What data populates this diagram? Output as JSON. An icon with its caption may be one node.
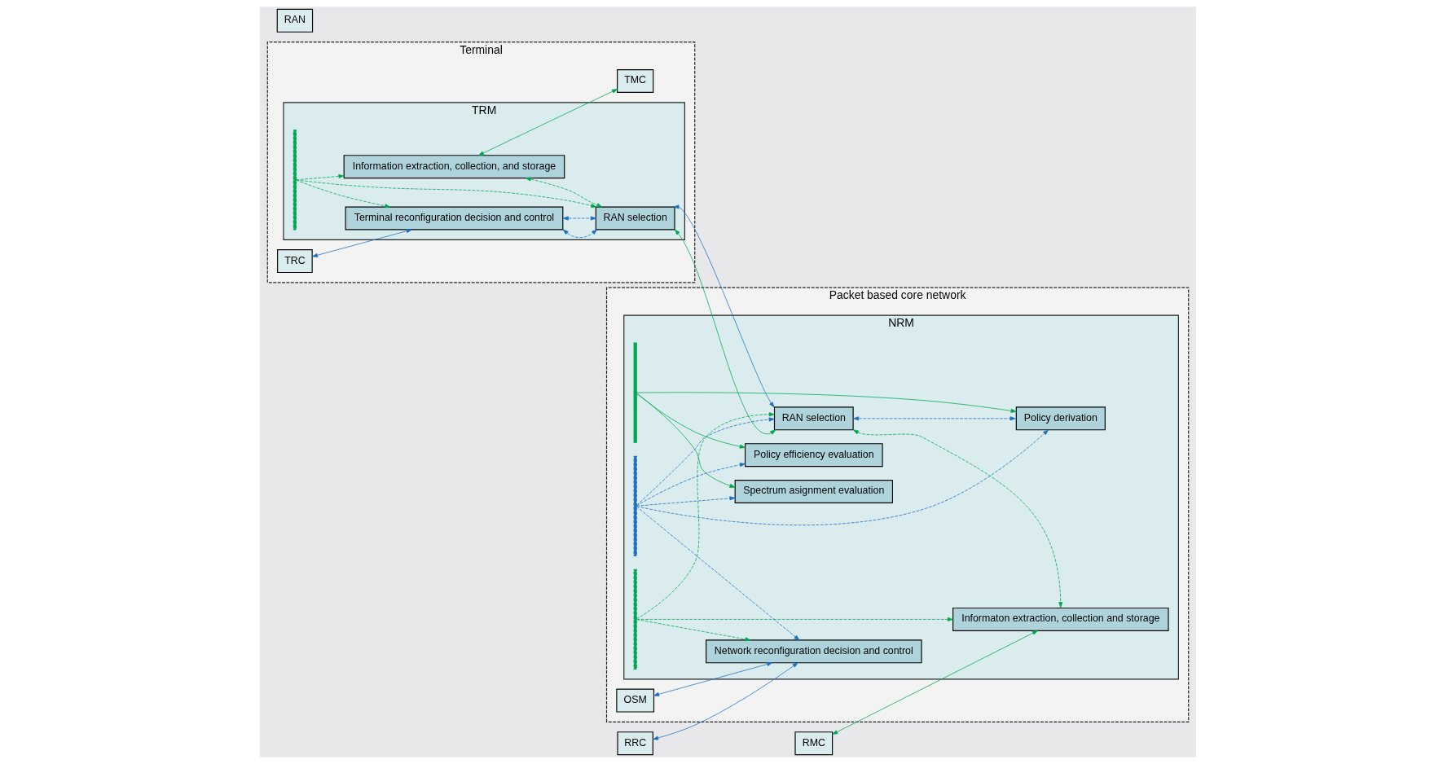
{
  "diagram": {
    "nodes": [
      {
        "text": [
          "Terminal"
        ]
      },
      {
        "text": [
          "TRC"
        ],
        "in": 0
      },
      {
        "text": [
          "TRM"
        ],
        "in": 0
      },
      {
        "text": [
          "Terminal reconfiguration decision and control"
        ],
        "in": 2
      },
      {
        "text": [
          "RAN selection"
        ],
        "in": 2
      },
      {
        "text": [
          "Information extraction, collection, and storage"
        ],
        "in": 2
      },
      {
        "text": [
          "TMC"
        ],
        "in": 0
      },
      {
        "text": [
          "RAN"
        ]
      },
      {
        "text": [
          "RRC"
        ]
      },
      {
        "text": [
          "RMC"
        ]
      },
      {
        "text": [
          "Packet based core network"
        ]
      },
      {
        "text": [
          "OSM"
        ],
        "in": 10
      },
      {
        "text": [
          "NRM"
        ],
        "in": 10
      },
      {
        "text": [
          "Network reconfiguration decision and control"
        ],
        "in": 12
      },
      {
        "text": [
          "RAN selection"
        ],
        "in": 12
      },
      {
        "text": [
          "Spectrum asignment evaluation"
        ],
        "in": 12
      },
      {
        "text": [
          "Policy derivation"
        ],
        "in": 12
      },
      {
        "text": [
          "Policy efficiency evaluation"
        ],
        "in": 12
      },
      {
        "text": [
          "Informaton extraction, collection and storage"
        ],
        "in": 12
      },
      {
        "text": [],
        "shape": "bar",
        "in": 2
      },
      {
        "text": [],
        "shape": "bar",
        "in": 12
      },
      {
        "text": [],
        "shape": "bar",
        "in": 12
      },
      {
        "text": [],
        "shape": "bar",
        "in": 12
      }
    ],
    "edges": [
      {
        "from": 1,
        "to": 3,
        "arrow": "both",
        "color": "#1f6fbf"
      },
      {
        "from": 3,
        "to": 4,
        "arrow": "both",
        "style": "dashed",
        "color": "#1f6fbf"
      },
      {
        "from": 3,
        "to": 4,
        "arrow": "both",
        "style": "dashed",
        "color": "#1f6fbf"
      },
      {
        "from": 19,
        "to": 3,
        "arrow": "to",
        "style": "dashed",
        "color": "#00a650"
      },
      {
        "from": 19,
        "to": 4,
        "arrow": "to",
        "style": "dashed",
        "color": "#00a650"
      },
      {
        "from": 19,
        "to": 5,
        "arrow": "to",
        "style": "dashed",
        "color": "#00a650"
      },
      {
        "from": 5,
        "to": 4,
        "arrow": "both",
        "style": "dashed",
        "color": "#00a650"
      },
      {
        "from": 5,
        "to": 6,
        "arrow": "both",
        "color": "#00a650"
      },
      {
        "from": 4,
        "to": 14,
        "arrow": "both",
        "color": "#1f6fbf"
      },
      {
        "from": 4,
        "to": 14,
        "arrow": "both",
        "color": "#00a650"
      },
      {
        "from": 8,
        "to": 13,
        "arrow": "both",
        "color": "#1f6fbf"
      },
      {
        "from": 9,
        "to": 18,
        "arrow": "both",
        "color": "#00a650"
      },
      {
        "from": 11,
        "to": 13,
        "arrow": "both",
        "color": "#1f6fbf"
      },
      {
        "from": 14,
        "to": 16,
        "arrow": "both",
        "style": "dashed",
        "color": "#1f6fbf"
      },
      {
        "from": 14,
        "to": 18,
        "arrow": "both",
        "style": "dashed",
        "color": "#00a650"
      },
      {
        "from": 21,
        "to": 13,
        "arrow": "to",
        "style": "dashed",
        "color": "#1f6fbf"
      },
      {
        "from": 21,
        "to": 14,
        "arrow": "to",
        "style": "dashed",
        "color": "#1f6fbf"
      },
      {
        "from": 21,
        "to": 15,
        "arrow": "to",
        "style": "dashed",
        "color": "#1f6fbf"
      },
      {
        "from": 21,
        "to": 16,
        "arrow": "to",
        "style": "dashed",
        "color": "#1f6fbf"
      },
      {
        "from": 21,
        "to": 17,
        "arrow": "to",
        "style": "dashed",
        "color": "#1f6fbf"
      },
      {
        "from": 22,
        "to": 13,
        "arrow": "to",
        "style": "dashed",
        "color": "#00a650"
      },
      {
        "from": 22,
        "to": 14,
        "arrow": "to",
        "style": "dashed",
        "color": "#00a650"
      },
      {
        "from": 22,
        "to": 18,
        "arrow": "to",
        "style": "dashed",
        "color": "#00a650"
      },
      {
        "from": 20,
        "to": 15,
        "arrow": "to",
        "color": "#00a650"
      },
      {
        "from": 20,
        "to": 16,
        "arrow": "to",
        "color": "#00a650"
      },
      {
        "from": 20,
        "to": 17,
        "arrow": "to",
        "color": "#00a650"
      }
    ]
  }
}
